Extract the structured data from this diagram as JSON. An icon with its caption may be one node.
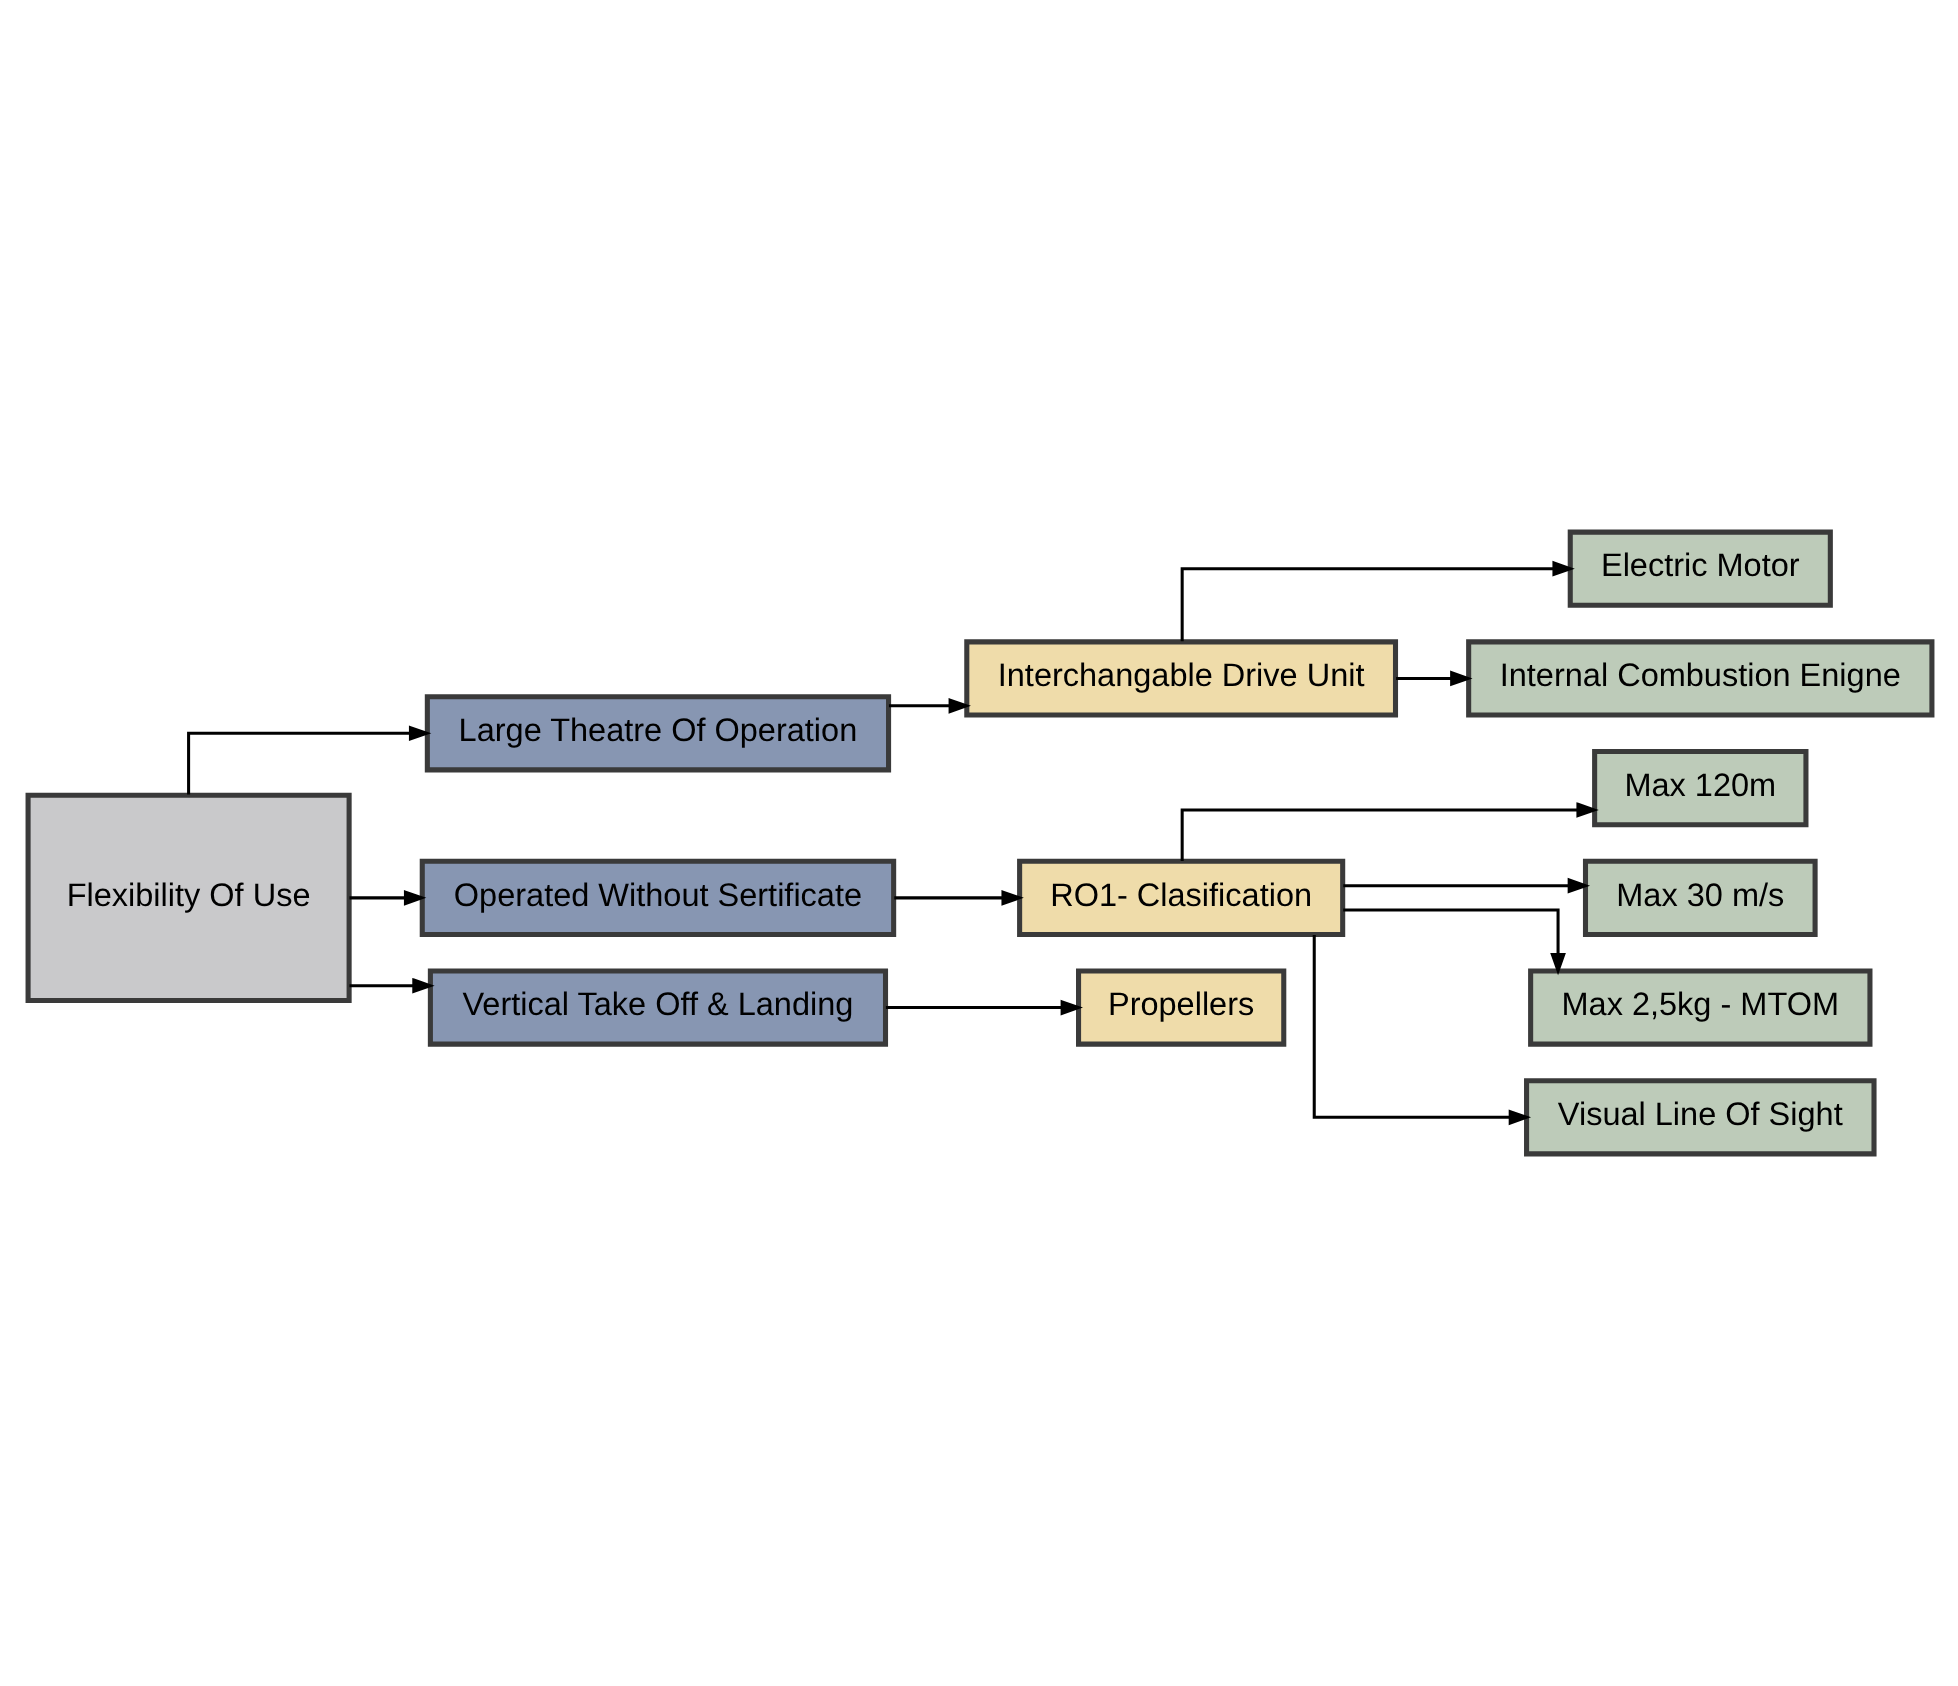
{
  "diagram": {
    "nodes": [
      {
        "text": [
          "Flexibility Of Use"
        ]
      },
      {
        "text": [
          "Large Theatre Of Operation"
        ]
      },
      {
        "text": [
          "Operated Without Sertificate"
        ]
      },
      {
        "text": [
          "Vertical Take Off & Landing"
        ]
      },
      {
        "text": [
          "Interchangable Drive Unit"
        ]
      },
      {
        "text": [
          "Electric Motor"
        ]
      },
      {
        "text": [
          "Internal Combustion Enigne"
        ]
      },
      {
        "text": [
          "RO1- Clasification"
        ]
      },
      {
        "text": [
          "Max 120m"
        ]
      },
      {
        "text": [
          "Max 30 m/s"
        ]
      },
      {
        "text": [
          "Max 2,5kg - MTOM"
        ]
      },
      {
        "text": [
          "Visual Line Of Sight"
        ]
      },
      {
        "text": [
          "Propellers"
        ]
      }
    ],
    "edges": [
      {
        "from": 0,
        "to": 1,
        "arrow": "to"
      },
      {
        "from": 0,
        "to": 2,
        "arrow": "to"
      },
      {
        "from": 0,
        "to": 3,
        "arrow": "to"
      },
      {
        "from": 1,
        "to": 4,
        "arrow": "to"
      },
      {
        "from": 4,
        "to": 5,
        "arrow": "to"
      },
      {
        "from": 4,
        "to": 6,
        "arrow": "to"
      },
      {
        "from": 2,
        "to": 7,
        "arrow": "to"
      },
      {
        "from": 7,
        "to": 8,
        "arrow": "to"
      },
      {
        "from": 7,
        "to": 9,
        "arrow": "to"
      },
      {
        "from": 7,
        "to": 10,
        "arrow": "to"
      },
      {
        "from": 7,
        "to": 11,
        "arrow": "to"
      },
      {
        "from": 3,
        "to": 12,
        "arrow": "to"
      }
    ]
  }
}
